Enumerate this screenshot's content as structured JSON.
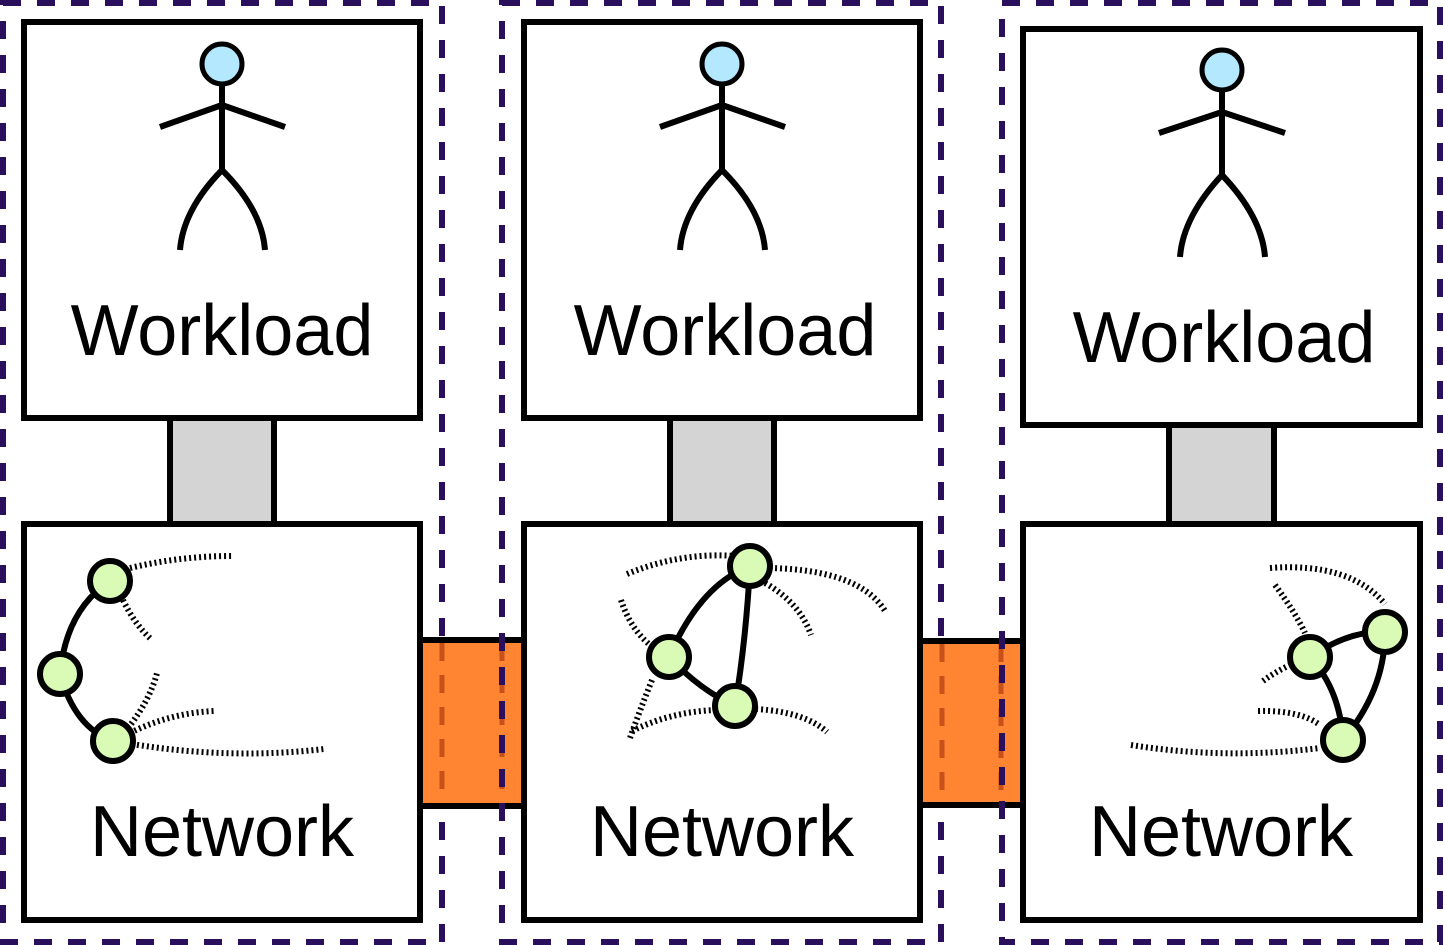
{
  "diagram": {
    "columns": [
      {
        "workload_label": "Workload",
        "network_label": "Network"
      },
      {
        "workload_label": "Workload",
        "network_label": "Network"
      },
      {
        "workload_label": "Workload",
        "network_label": "Network"
      }
    ],
    "colors": {
      "group_border": "#2a0f5c",
      "link_fill": "#ff8533",
      "connector_fill": "#d4d4d4",
      "node_fill": "#d9fbb6",
      "head_fill": "#b3e8ff"
    },
    "icons": [
      "stick-figure-icon",
      "network-graph-icon"
    ]
  }
}
